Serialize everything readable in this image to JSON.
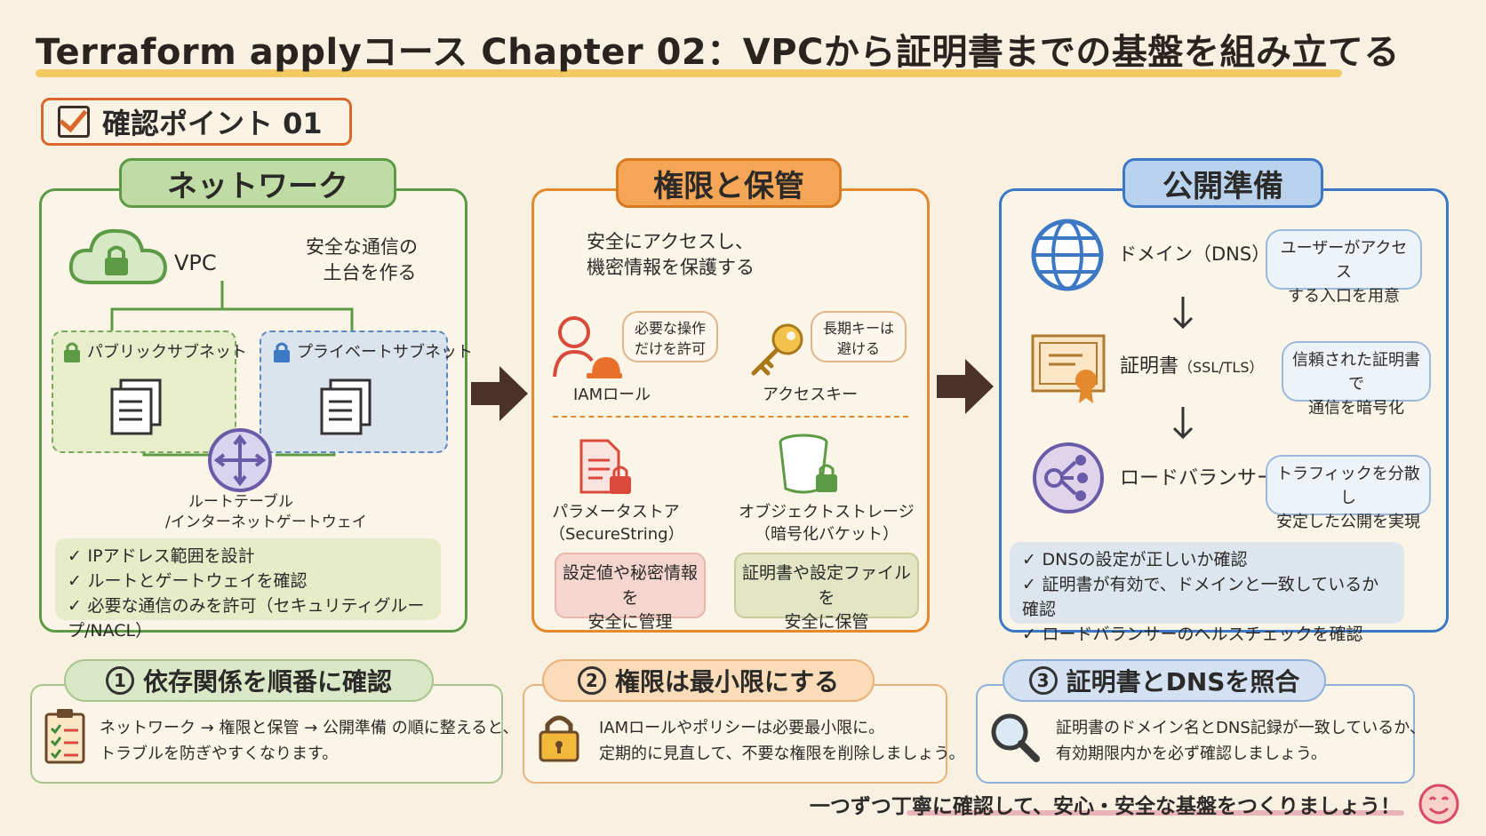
{
  "title": "Terraform applyコース Chapter 02：VPCから証明書までの基盤を組み立てる",
  "checkpoint": "確認ポイント 01",
  "network": {
    "title": "ネットワーク",
    "vpc": "VPC",
    "desc_line1": "安全な通信の",
    "desc_line2": "土台を作る",
    "public_subnet": "パブリックサブネット",
    "private_subnet": "プライベートサブネット",
    "route_line1": "ルートテーブル",
    "route_line2": "/インターネットゲートウェイ",
    "checks": [
      "IPアドレス範囲を設計",
      "ルートとゲートウェイを確認",
      "必要な通信のみを許可（セキュリティグループ/NACL）"
    ]
  },
  "permission": {
    "title": "権限と保管",
    "desc_line1": "安全にアクセスし、",
    "desc_line2": "機密情報を保護する",
    "iam_bubble_line1": "必要な操作",
    "iam_bubble_line2": "だけを許可",
    "iam_label": "IAMロール",
    "key_bubble_line1": "長期キーは",
    "key_bubble_line2": "避ける",
    "key_label": "アクセスキー",
    "param_line1": "パラメータストア",
    "param_line2": "（SecureString）",
    "storage_line1": "オブジェクトストレージ",
    "storage_line2": "（暗号化バケット）",
    "param_box_line1": "設定値や秘密情報を",
    "param_box_line2": "安全に管理",
    "storage_box_line1": "証明書や設定ファイルを",
    "storage_box_line2": "安全に保管"
  },
  "publish": {
    "title": "公開準備",
    "dns_label": "ドメイン（DNS）",
    "dns_bubble_line1": "ユーザーがアクセス",
    "dns_bubble_line2": "する入口を用意",
    "cert_label": "証明書",
    "cert_label_sub": "（SSL/TLS）",
    "cert_bubble_line1": "信頼された証明書で",
    "cert_bubble_line2": "通信を暗号化",
    "lb_label": "ロードバランサー",
    "lb_bubble_line1": "トラフィックを分散し",
    "lb_bubble_line2": "安定した公開を実現",
    "checks": [
      "DNSの設定が正しいか確認",
      "証明書が有効で、ドメインと一致しているか確認",
      "ロードバランサーのヘルスチェックを確認"
    ]
  },
  "bottom": {
    "b1": {
      "num": "1",
      "title": "依存関係を順番に確認",
      "line1": "ネットワーク → 権限と保管 → 公開準備 の順に整えると、",
      "line2": "トラブルを防ぎやすくなります。"
    },
    "b2": {
      "num": "2",
      "title": "権限は最小限にする",
      "line1": "IAMロールやポリシーは必要最小限に。",
      "line2": "定期的に見直して、不要な権限を削除しましょう。"
    },
    "b3": {
      "num": "3",
      "title": "証明書とDNSを照合",
      "line1": "証明書のドメイン名とDNS記録が一致しているか、",
      "line2": "有効期限内かを必ず確認しましょう。"
    }
  },
  "footer": "一つずつ丁寧に確認して、安心・安全な基盤をつくりましょう！",
  "colors": {
    "green": "#5c9a45",
    "orange": "#e58a2c",
    "blue": "#3c78c4",
    "red": "#d94a3a"
  }
}
